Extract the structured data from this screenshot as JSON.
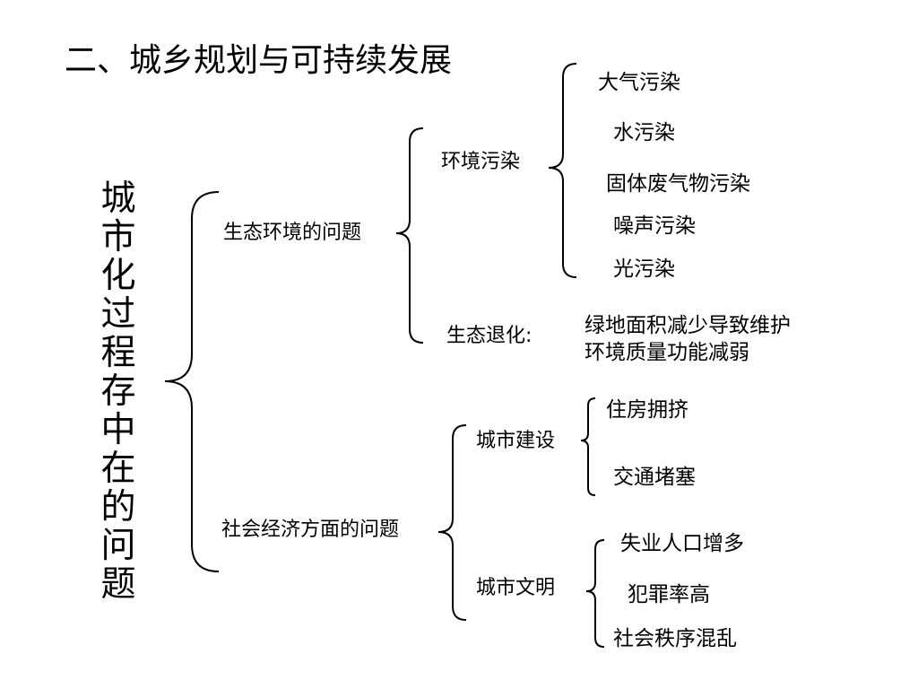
{
  "title": "二、城乡规划与可持续发展",
  "root": "城市化过程存中在的问题",
  "eco": {
    "label": "生态环境的问题",
    "pollution": {
      "label": "环境污染",
      "items": [
        "大气污染",
        "水污染",
        "固体废气物污染",
        "噪声污染",
        "光污染"
      ]
    },
    "degradation": {
      "label": "生态退化:",
      "lines": [
        "绿地面积减少导致维护",
        "环境质量功能减弱"
      ]
    }
  },
  "social": {
    "label": "社会经济方面的问题",
    "construction": {
      "label": "城市建设",
      "items": [
        "住房拥挤",
        "交通堵塞"
      ]
    },
    "civilization": {
      "label": "城市文明",
      "items": [
        "失业人口增多",
        "犯罪率高",
        "社会秩序混乱"
      ]
    }
  }
}
